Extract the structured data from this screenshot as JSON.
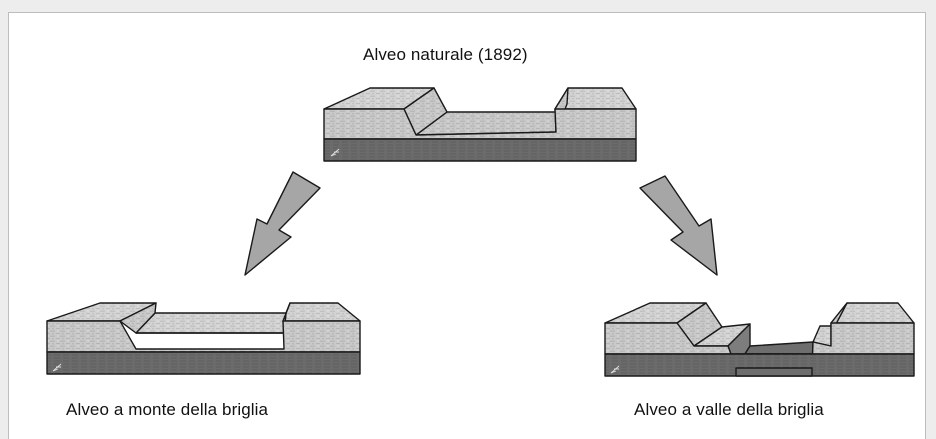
{
  "diagram": {
    "title": "Alveo naturale (1892)",
    "upstream_label": "Alveo a monte della briglia",
    "downstream_label": "Alveo a valle della briglia",
    "arrow_targets": [
      "upstream",
      "downstream"
    ]
  },
  "colors": {
    "panel_background": "#ffffff",
    "outer_background": "#ededed",
    "stone_fill": "#c9c9c9",
    "bedrock_fill": "#6b6b6b",
    "riverbed_fill": "#6e6e6e",
    "arrow_fill": "#a6a6a6",
    "outline": "#1a1a1a"
  },
  "icons": {
    "block_corner_mark": "compass-mark-icon"
  }
}
